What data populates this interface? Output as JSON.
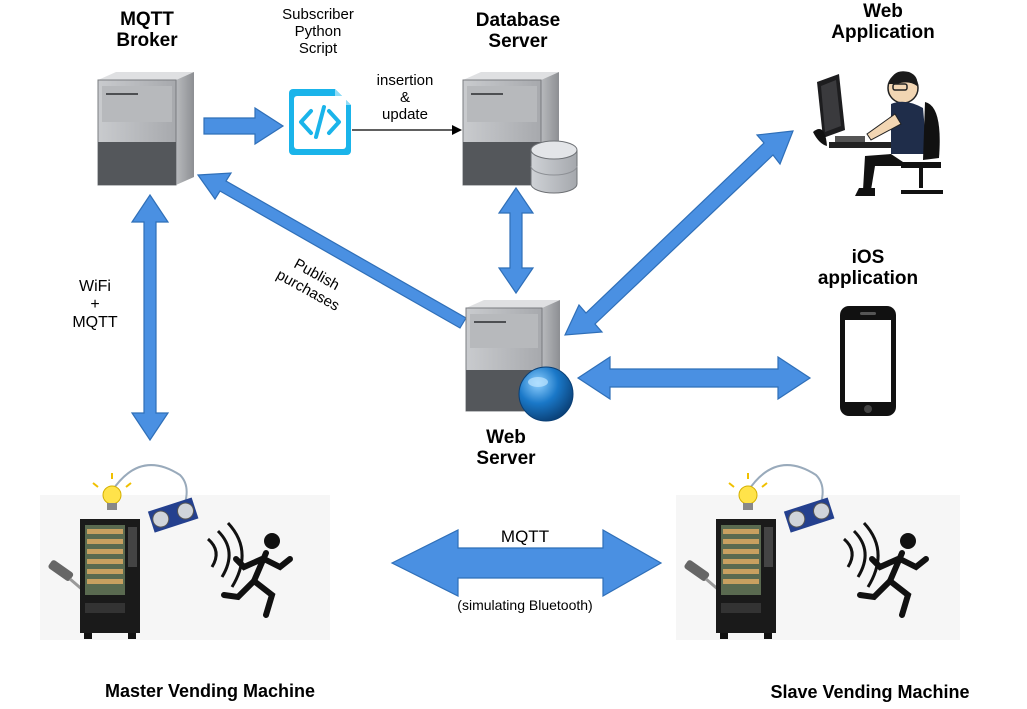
{
  "diagram": {
    "mqtt_broker": {
      "line1": "MQTT",
      "line2": "Broker"
    },
    "subscriber": {
      "line1": "Subscriber",
      "line2": "Python",
      "line3": "Script"
    },
    "insertion": {
      "line1": "insertion",
      "line2": "&",
      "line3": "update"
    },
    "database_server": {
      "line1": "Database",
      "line2": "Server"
    },
    "web_application": {
      "line1": "Web",
      "line2": "Application"
    },
    "ios_application": {
      "line1": "iOS",
      "line2": "application"
    },
    "publish": {
      "line1": "Publish",
      "line2": "purchases"
    },
    "wifi": {
      "line1": "WiFi",
      "line2": "+",
      "line3": "MQTT"
    },
    "web_server": {
      "line1": "Web",
      "line2": "Server"
    },
    "mqtt_link": {
      "label": "MQTT",
      "sublabel": "(simulating Bluetooth)"
    },
    "master_vending": "Master Vending Machine",
    "slave_vending": "Slave Vending Machine"
  },
  "colors": {
    "arrow_fill": "#4a90e2",
    "arrow_stroke": "#2f6fb8",
    "code_icon": "#1ab4ea",
    "server_body": "#9a9ca0",
    "globe": "#1a78c8"
  },
  "icons": [
    "server-icon",
    "code-file-icon",
    "database-icon",
    "globe-icon",
    "user-at-computer-icon",
    "smartphone-icon",
    "vending-machine-icon",
    "light-bulb-icon",
    "ultrasonic-sensor-icon",
    "temperature-sensor-icon",
    "running-person-icon"
  ]
}
